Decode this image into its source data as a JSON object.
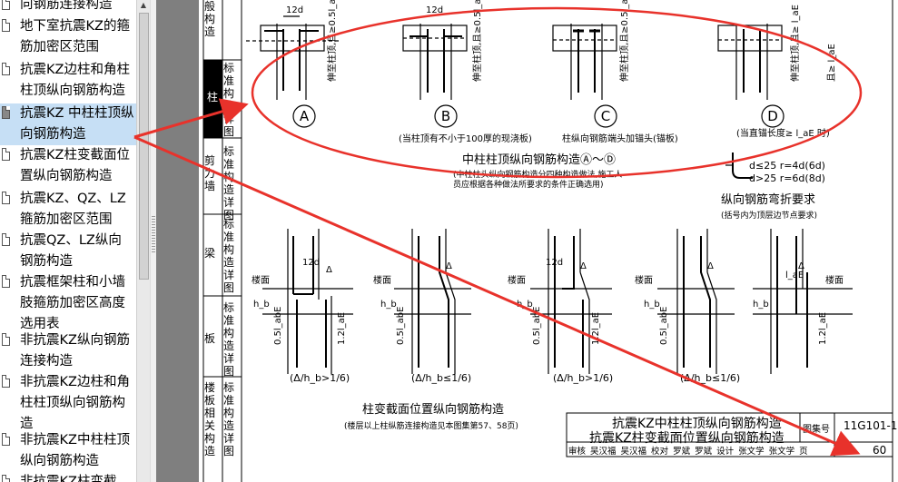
{
  "sidebar": {
    "items": [
      {
        "label": "向钢筋连接构造",
        "icon": "bookmark-icon"
      },
      {
        "label": "地下室抗震KZ的箍筋加密区范围",
        "icon": "bookmark-icon"
      },
      {
        "label": "抗震KZ边柱和角柱柱顶纵向钢筋构造",
        "icon": "bookmark-icon"
      },
      {
        "label": "抗震KZ 中柱柱顶纵向钢筋构造",
        "icon": "bookmark-icon",
        "selected": true
      },
      {
        "label": "抗震KZ柱变截面位置纵向钢筋构造",
        "icon": "bookmark-icon"
      },
      {
        "label": "抗震KZ、QZ、LZ箍筋加密区范围",
        "icon": "bookmark-icon"
      },
      {
        "label": "抗震QZ、LZ纵向钢筋构造",
        "icon": "bookmark-icon"
      },
      {
        "label": "抗震框架柱和小墙肢箍筋加密区高度选用表",
        "icon": "bookmark-icon"
      },
      {
        "label": "非抗震KZ纵向钢筋连接构造",
        "icon": "bookmark-icon"
      },
      {
        "label": "非抗震KZ边柱和角柱柱顶纵向钢筋构造",
        "icon": "bookmark-icon"
      },
      {
        "label": "非抗震KZ中柱柱顶纵向钢筋构造",
        "icon": "bookmark-icon"
      },
      {
        "label": "非抗震KZ柱变截",
        "icon": "bookmark-icon"
      }
    ]
  },
  "sheet": {
    "side_tabs": [
      {
        "label": "般构造"
      },
      {
        "label": "标准构造详图"
      },
      {
        "label": "柱"
      },
      {
        "label": "标准构造详图"
      },
      {
        "label": "剪力墙"
      },
      {
        "label": "标准构造详图"
      },
      {
        "label": "梁"
      },
      {
        "label": "标准构造详图"
      },
      {
        "label": "板"
      },
      {
        "label": "标准构造详图"
      },
      {
        "label": "楼板相关构造"
      }
    ],
    "top_details": [
      {
        "letter": "A",
        "note": ""
      },
      {
        "letter": "B",
        "note": "(当柱顶有不小于100厚的现浇板)"
      },
      {
        "letter": "C",
        "note": "柱纵向钢筋端头加锚头(锚板)"
      },
      {
        "letter": "D",
        "note": "(当直锚长度≥ l_aE 时)"
      }
    ],
    "top_dims": {
      "a": "12d",
      "b": "12d"
    },
    "vertical_notes": [
      "伸至柱顶,且≥0.5l_abE",
      "伸至柱顶,且≥0.5l_abE",
      "伸至柱顶,且≥0.5l_abE",
      "伸至柱顶,且≥ l_aE",
      "且≥ l_aE"
    ],
    "mid_title": "中柱柱顶纵向钢筋构造Ⓐ～Ⓓ",
    "mid_note": "(中柱柱头纵向钢筋构造分四种构造做法,施工人员应根据各种做法所要求的条件正确选用)",
    "bend_rules": [
      "d≤25  r=4d(6d)",
      "d>25  r=6d(8d)"
    ],
    "bend_title": "纵向钢筋弯折要求",
    "bend_note": "(括号内为顶层边节点要求)",
    "bottom_labels": {
      "floor": "楼面",
      "delta": "Δ",
      "hb": "h_b",
      "dim1": "12d",
      "dim2": "l_aE",
      "dim3": "1.2l_aE",
      "dim4": "0.5l_abE"
    },
    "bottom_captions": [
      "(Δ/h_b>1/6)",
      "(Δ/h_b≤1/6)",
      "(Δ/h_b>1/6)",
      "(Δ/h_b≤1/6)"
    ],
    "bottom_title": "柱变截面位置纵向钢筋构造",
    "bottom_note": "(楼层以上柱纵筋连接构造见本图集第57、58页)"
  },
  "title_block": {
    "title1": "抗震KZ中柱柱顶纵向钢筋构造",
    "title2": "抗震KZ柱变截面位置纵向钢筋构造",
    "atlas_label": "图集号",
    "atlas_no": "11G101-1",
    "review_row": [
      "审核",
      "吴汉福",
      "吴汉福",
      "校对",
      "罗斌",
      "罗斌",
      "设计",
      "张文学",
      "张文学",
      "页"
    ],
    "page_no": "60"
  },
  "colors": {
    "annotation": "#e8322b",
    "selection": "#c6dff5",
    "gutter": "#7f7f7f"
  }
}
